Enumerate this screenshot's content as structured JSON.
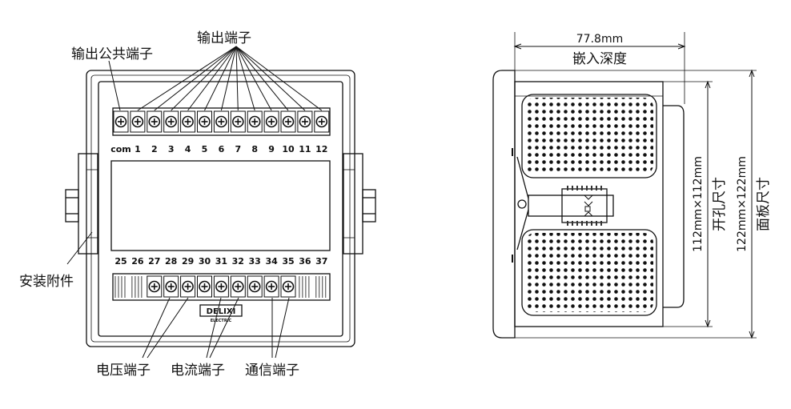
{
  "front_view": {
    "label_output_common": "输出公共端子",
    "label_output_terminals": "输出端子",
    "label_mounting": "安装附件",
    "label_voltage": "电压端子",
    "label_current": "电流端子",
    "label_comm": "通信端子",
    "top_terminal_labels": [
      "com",
      "1",
      "2",
      "3",
      "4",
      "5",
      "6",
      "7",
      "8",
      "9",
      "10",
      "11",
      "12"
    ],
    "bottom_terminal_labels": [
      "25",
      "26",
      "27",
      "28",
      "29",
      "30",
      "31",
      "32",
      "33",
      "34",
      "35",
      "36",
      "37"
    ],
    "logo_text": "DELIXI",
    "logo_subtext": "ELECTRIC"
  },
  "side_view": {
    "depth_value": "77.8mm",
    "depth_label": "嵌入深度",
    "cutout_value": "112mm×112mm",
    "cutout_label": "开孔尺寸",
    "panel_value": "122mm×122mm",
    "panel_label": "面板尺寸"
  },
  "colors": {
    "line": "#111111",
    "terminal_fill": "#ffffff"
  }
}
